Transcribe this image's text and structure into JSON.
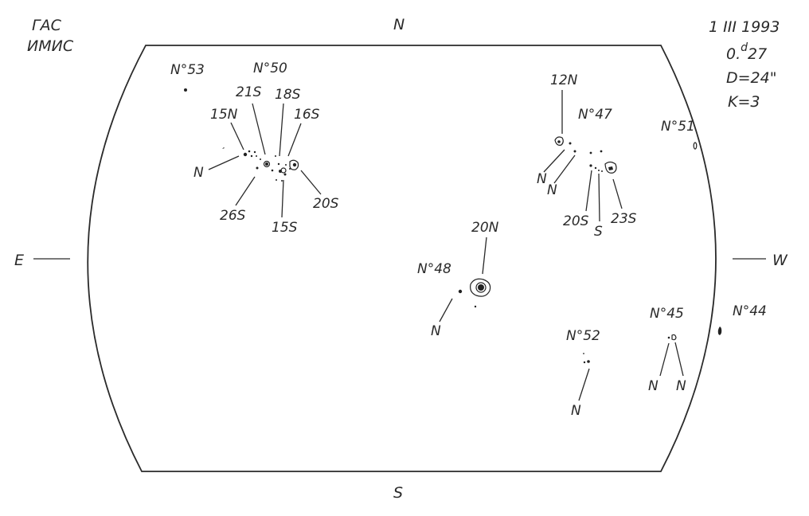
{
  "observatory": {
    "line1": "ГАС",
    "line2": "ИМИС"
  },
  "observation": {
    "date": "1 III 1993",
    "time_prefix": "0.",
    "time_sup": "d",
    "time_value": "27",
    "diameter": "D=24\"",
    "k": "K=3"
  },
  "directions": {
    "north": "N",
    "south": "S",
    "east": "E",
    "west": "W"
  },
  "groups": {
    "g53": "N°53",
    "g50": "N°50",
    "g47": "N°47",
    "g51": "N°51",
    "g48": "N°48",
    "g45": "N°45",
    "g44": "N°44",
    "g52": "N°52"
  },
  "labels": {
    "l21S": "21S",
    "l18S": "18S",
    "l15N": "15N",
    "l16S": "16S",
    "lN_50": "N",
    "l26S": "26S",
    "l15S": "15S",
    "l20S_50": "20S",
    "l12N": "12N",
    "lN_47a": "N",
    "lN_47b": "N",
    "l20S_47": "20S",
    "lS_47": "S",
    "l23S": "23S",
    "l20N": "20N",
    "lN_48": "N",
    "lN_52": "N",
    "lN_45a": "N",
    "lN_45b": "N"
  }
}
